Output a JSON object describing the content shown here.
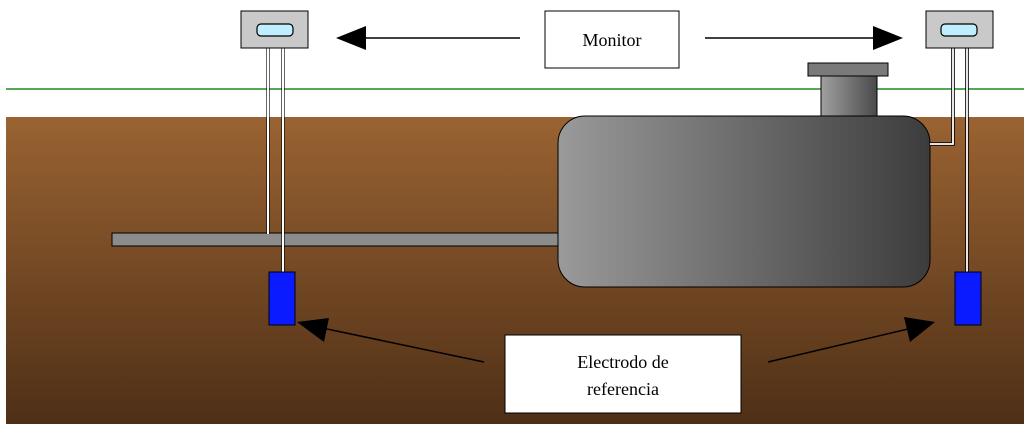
{
  "labels": {
    "monitor": "Monitor",
    "electrode_line1": "Electrodo de",
    "electrode_line2": "referencia"
  },
  "colors": {
    "soil_top": "#9a6332",
    "soil_bottom": "#4e2f16",
    "ground_line": "#1f8a1f",
    "tank_light": "#9a9a9a",
    "tank_dark": "#3c3c3c",
    "pipe": "#8c8c8c",
    "monitor_body": "#c9c9c9",
    "monitor_screen": "#bfefff",
    "electrode": "#0a1cff"
  },
  "icons": {
    "monitor": "monitor-icon",
    "electrode": "reference-electrode-icon",
    "tank": "underground-tank"
  }
}
